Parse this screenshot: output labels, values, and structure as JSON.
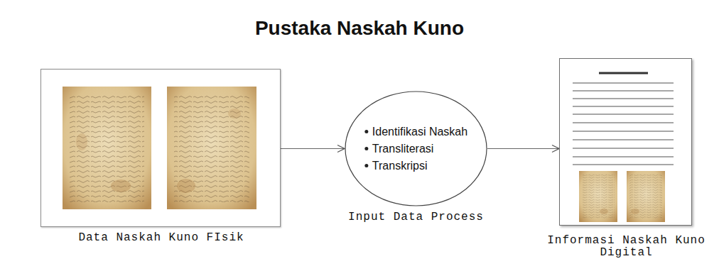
{
  "diagram": {
    "title": "Pustaka Naskah Kuno",
    "nodes": [
      {
        "text": [
          "Data Naskah Kuno FIsik"
        ]
      },
      {
        "text": [
          "Identifikasi Naskah",
          "Transliterasi",
          "Transkripsi",
          "Input Data Process"
        ]
      },
      {
        "text": [
          "Informasi Naskah Kuno Digital"
        ]
      }
    ],
    "edges": [
      {
        "from": 0,
        "to": 1,
        "arrow": "to"
      },
      {
        "from": 1,
        "to": 2,
        "arrow": "to"
      }
    ]
  }
}
